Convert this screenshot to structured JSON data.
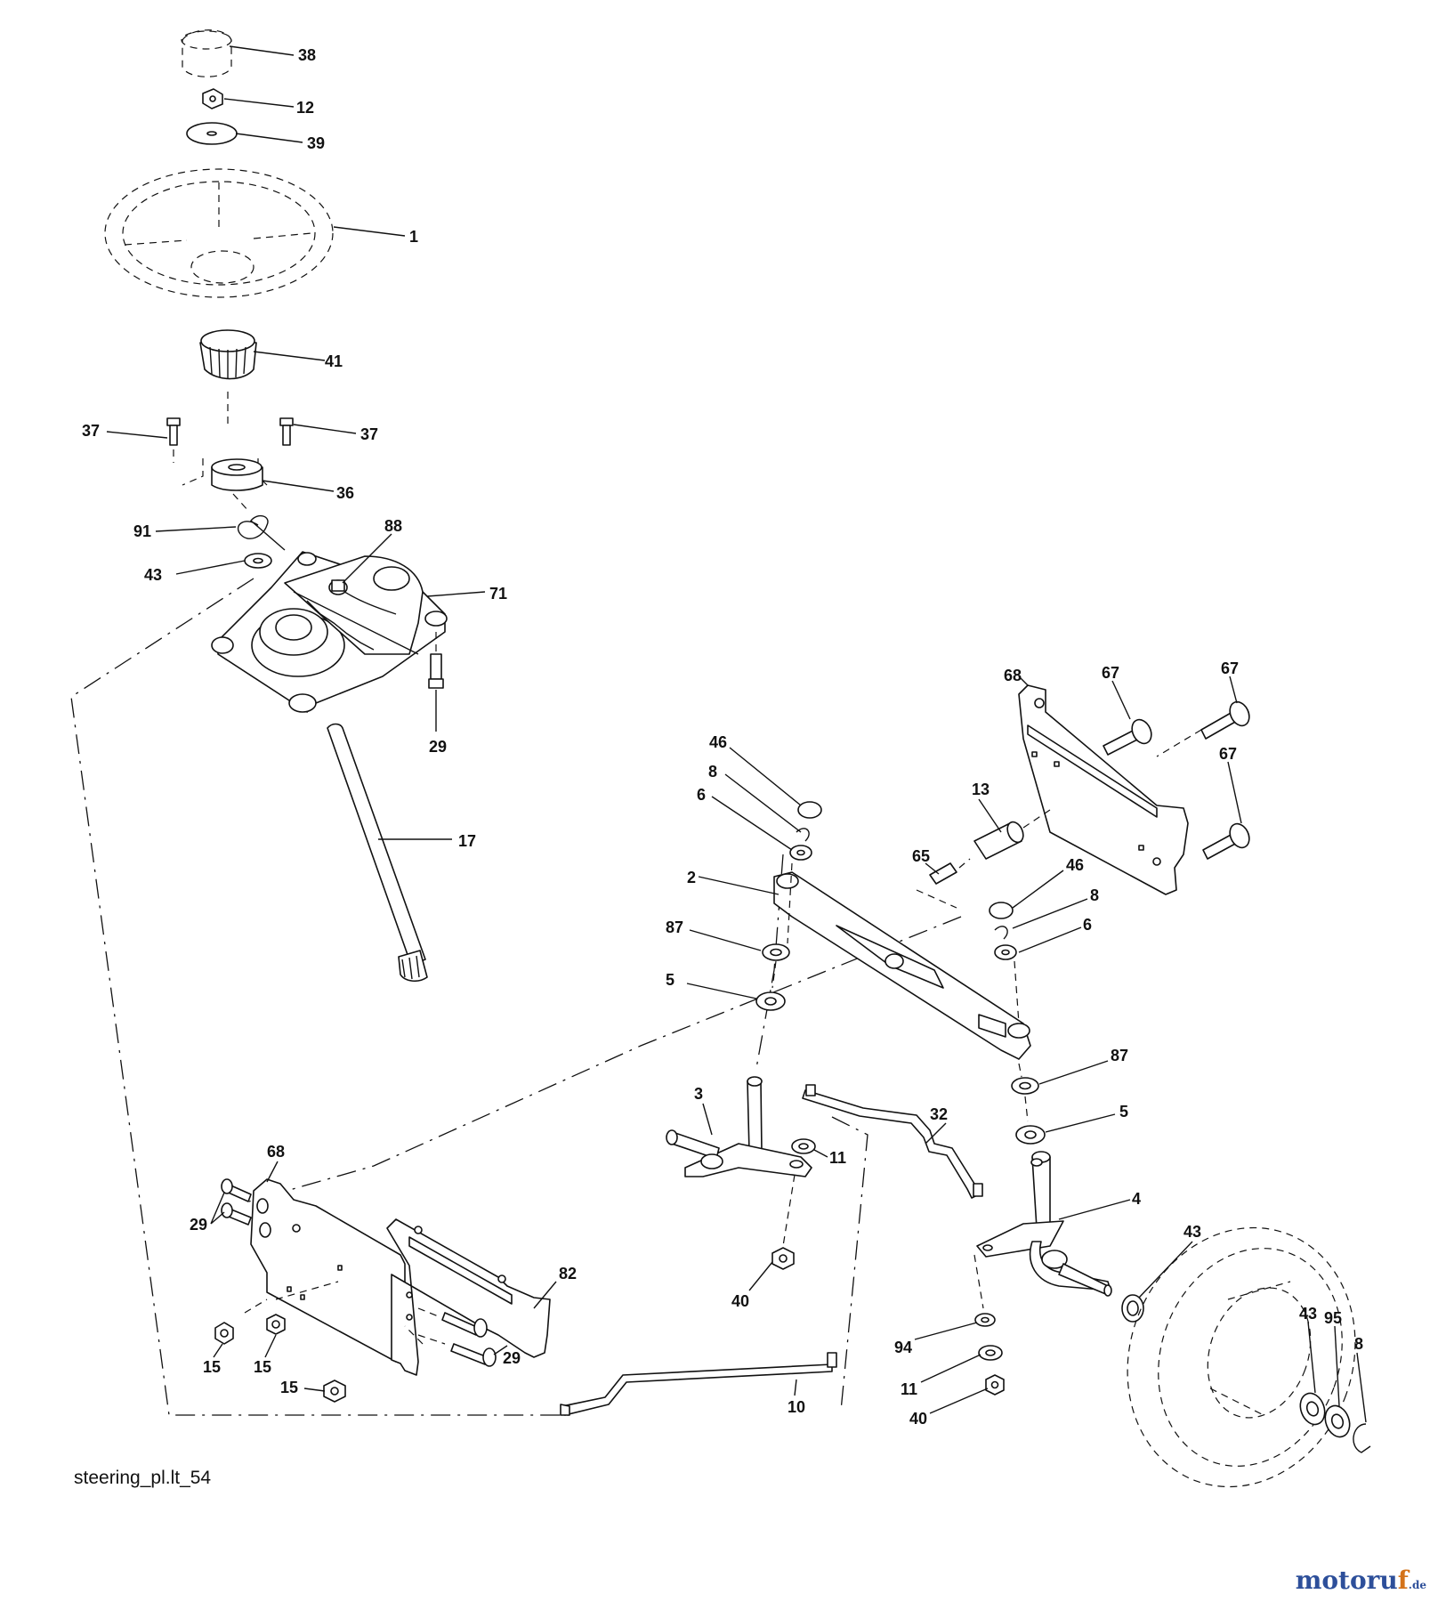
{
  "caption": "steering_pl.lt_54",
  "watermark": {
    "brand_main": "motoru",
    "brand_accent": "f",
    "brand_suffix": ".de",
    "color_main": "#2d4f9a",
    "color_accent": "#d4731a"
  },
  "callouts": [
    "38",
    "12",
    "39",
    "1",
    "41",
    "37",
    "37",
    "36",
    "91",
    "88",
    "43",
    "71",
    "29",
    "17",
    "68",
    "67",
    "67",
    "67",
    "46",
    "8",
    "6",
    "13",
    "65",
    "2",
    "46",
    "8",
    "6",
    "87",
    "5",
    "87",
    "5",
    "3",
    "32",
    "11",
    "4",
    "40",
    "43",
    "68",
    "29",
    "82",
    "15",
    "15",
    "15",
    "29",
    "10",
    "94",
    "11",
    "40",
    "43",
    "95",
    "8"
  ]
}
